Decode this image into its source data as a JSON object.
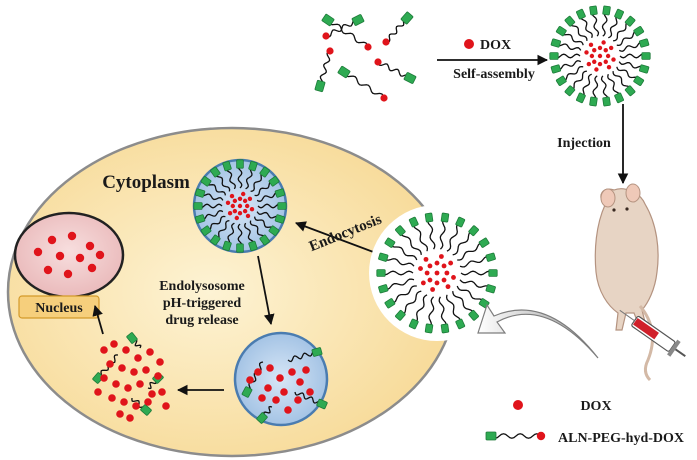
{
  "labels": {
    "dox_reagent": "DOX",
    "self_assembly": "Self-assembly",
    "injection": "Injection",
    "cytoplasm": "Cytoplasm",
    "endocytosis": "Endocytosis",
    "release_line1": "Endolysosome",
    "release_line2": "pH-triggered",
    "release_line3": "drug release",
    "nucleus": "Nucleus"
  },
  "legend": [
    {
      "symbol": "red-dot",
      "label": "DOX"
    },
    {
      "symbol": "polymer-chain",
      "label": "ALN-PEG-hyd-DOX"
    }
  ],
  "colors": {
    "dox": "#e0141b",
    "aln_head": "#2eaa52",
    "cell_fill": "#fbe2a6",
    "cell_stroke": "#8c8c8c",
    "vesicle_fill": "#b8d2ec",
    "vesicle_stroke": "#4a7cb0",
    "nucleus_fill": "#f1c9ca",
    "nucleus_label_bg": "#f6cf7c"
  }
}
